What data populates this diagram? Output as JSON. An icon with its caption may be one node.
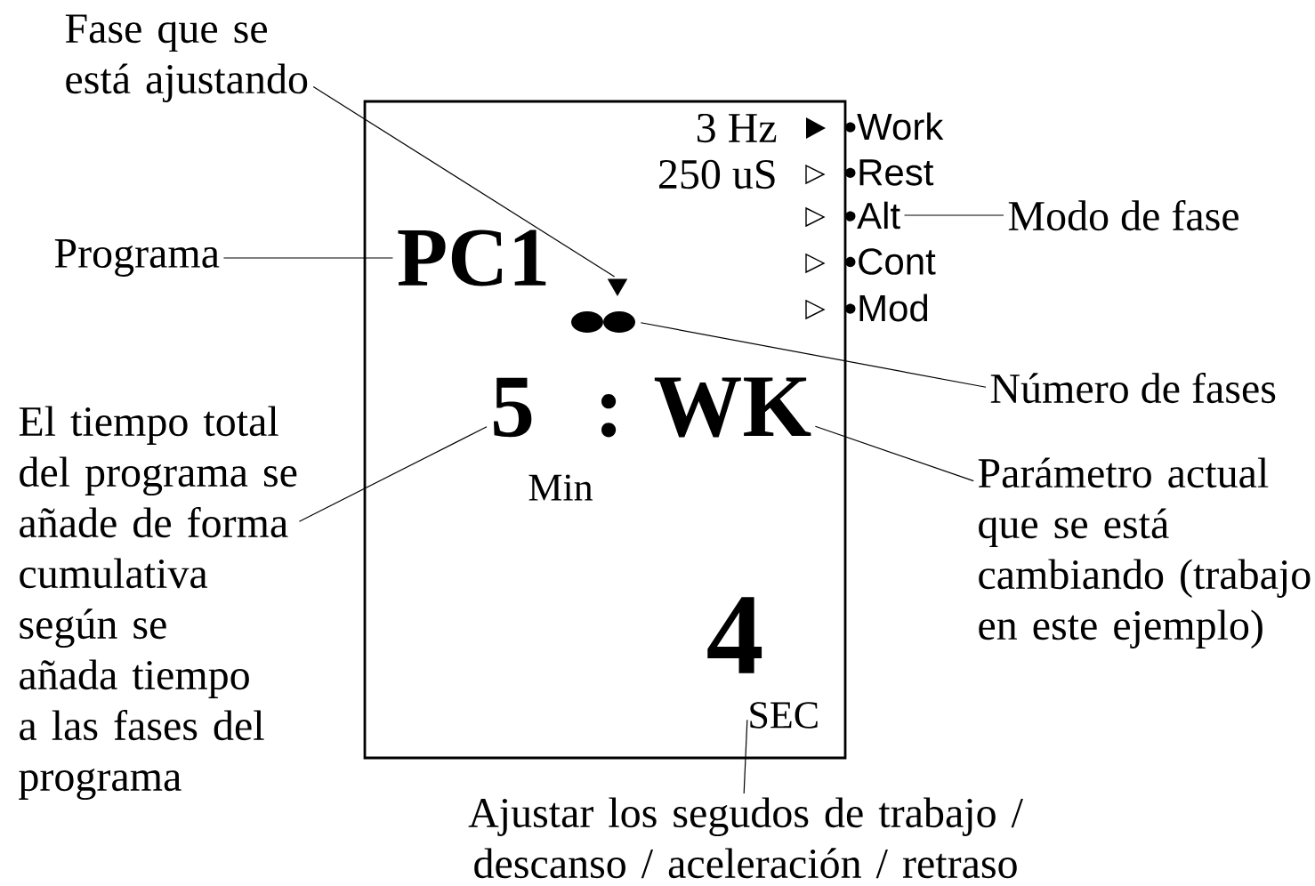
{
  "diagram": {
    "nodes": [
      {
        "text": [],
        "shape": "box"
      },
      {
        "text": [
          "Fase que se está ajustando"
        ]
      },
      {
        "text": [],
        "shape": "triangle",
        "in": 0
      },
      {
        "text": [
          "Programa"
        ]
      },
      {
        "text": [
          "PC1"
        ],
        "in": 0
      },
      {
        "text": [],
        "shape": "dots",
        "in": 0
      },
      {
        "text": [
          "Número de fases"
        ]
      },
      {
        "text": [
          "El tiempo total del programa se añade de forma cumulativa según se añada tiempo a las fases del programa"
        ]
      },
      {
        "text": [
          "5"
        ],
        "in": 0
      },
      {
        "text": [
          ": WK"
        ],
        "in": 0
      },
      {
        "text": [
          "Parámetro actual que se está cambiando (trabajo en este ejemplo)"
        ]
      },
      {
        "text": [
          "4"
        ],
        "in": 0
      },
      {
        "text": [
          "SEC"
        ],
        "in": 0
      },
      {
        "text": [
          "Ajustar los segudos de trabajo / descanso / aceleración / retraso"
        ]
      },
      {
        "text": [
          "•Work"
        ]
      },
      {
        "text": [
          "•Rest"
        ]
      },
      {
        "text": [
          "•Alt"
        ]
      },
      {
        "text": [
          "•Cont"
        ]
      },
      {
        "text": [
          "•Mod"
        ]
      },
      {
        "text": [
          "Modo de fase"
        ]
      }
    ],
    "edges": [
      {
        "from": 1,
        "to": 2,
        "arrow": "none"
      },
      {
        "from": 3,
        "to": 4,
        "arrow": "none"
      },
      {
        "from": 5,
        "to": 6,
        "arrow": "none"
      },
      {
        "from": 7,
        "to": 8,
        "arrow": "none"
      },
      {
        "from": 9,
        "to": 10,
        "arrow": "none"
      },
      {
        "from": 13,
        "to": 12,
        "arrow": "none"
      },
      {
        "from": 16,
        "to": 19,
        "arrow": "none"
      }
    ],
    "labels": [
      "3 Hz",
      "250 uS",
      "Min"
    ]
  }
}
